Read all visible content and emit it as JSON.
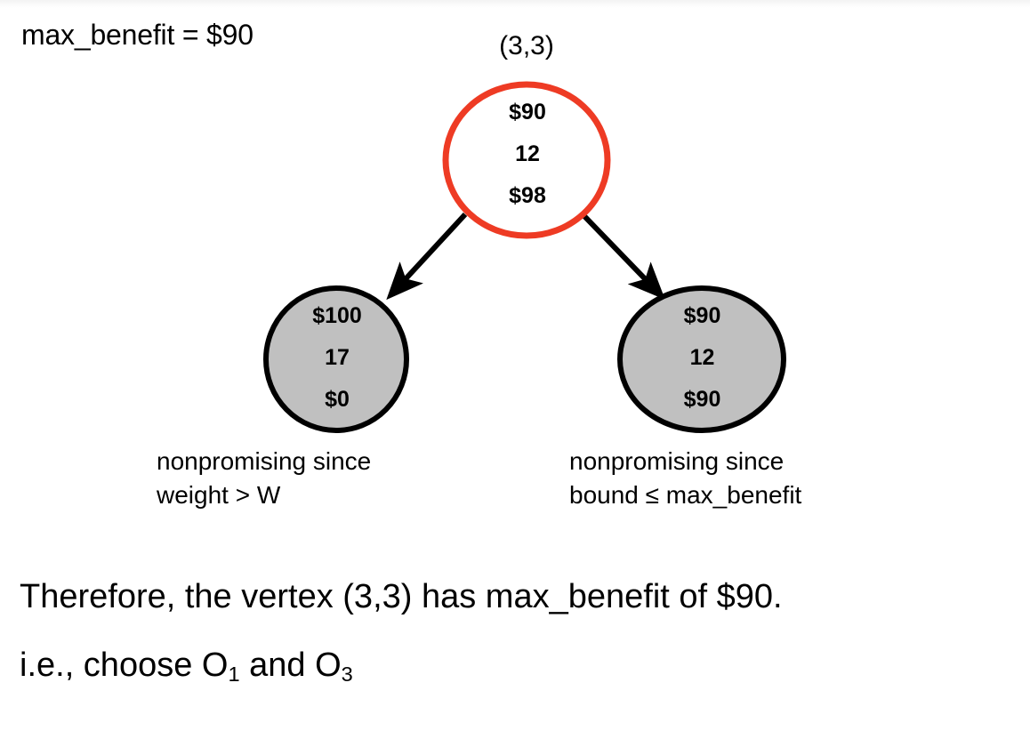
{
  "slide": {
    "header_label": "max_benefit = $90",
    "root_vertex_label": "(3,3)"
  },
  "colors": {
    "root_stroke": "#ee3b24",
    "root_fill": "#ffffff",
    "child_fill": "#c0c0c0",
    "child_stroke": "#000000",
    "arrow": "#000000",
    "text": "#000000",
    "background": "#ffffff"
  },
  "tree": {
    "root": {
      "name": "root-node",
      "vertex": "(3,3)",
      "benefit": "$90",
      "weight": "12",
      "bound": "$98"
    },
    "children": [
      {
        "name": "left-child-node",
        "benefit": "$100",
        "weight": "17",
        "bound": "$0",
        "caption_line_1": "nonpromising since",
        "caption_line_2": "weight > W"
      },
      {
        "name": "right-child-node",
        "benefit": "$90",
        "weight": "12",
        "bound": "$90",
        "caption_line_1": "nonpromising since",
        "caption_line_2": "bound ≤ max_benefit"
      }
    ]
  },
  "conclusion": {
    "line_1": "Therefore, the vertex (3,3) has max_benefit of $90.",
    "line_2_prefix": "i.e., choose O",
    "line_2_sub_1": "1",
    "line_2_middle": " and O",
    "line_2_sub_2": "3"
  }
}
